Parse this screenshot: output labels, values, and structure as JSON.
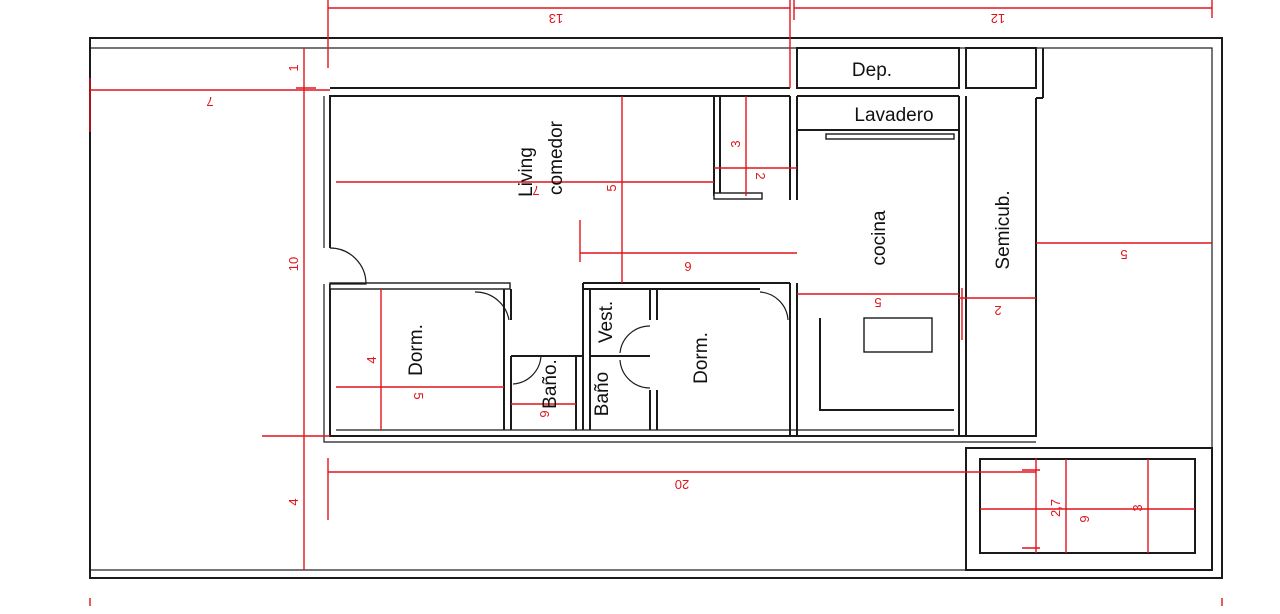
{
  "rooms": {
    "dep": "Dep.",
    "lavadero": "Lavadero",
    "living": "Living",
    "comedor": "comedor",
    "cocina": "cocina",
    "semicub": "Semicub.",
    "dorm_left": "Dorm.",
    "bano_left": "Baño.",
    "vest": "Vest.",
    "bano_right": "Baño",
    "dorm_right": "Dorm."
  },
  "dimensions": {
    "top_13": "13",
    "top_12": "12",
    "left_7": "7",
    "left_1": "1",
    "left_10": "10",
    "left_4": "4",
    "living_5": "5",
    "living_6": "6",
    "hall_3": "3",
    "hall_2": "2",
    "living_7": "7",
    "cocina_5": "5",
    "semicub_2": "2",
    "right_5": "5",
    "dorm_4": "4",
    "dorm_5": "5",
    "bano_6": "6",
    "bottom_20": "20",
    "pool_27": "2,7",
    "pool_3": "3",
    "pool_6": "6"
  },
  "colors": {
    "walls": "#1a1a1a",
    "dimensions": "#e0141b"
  }
}
